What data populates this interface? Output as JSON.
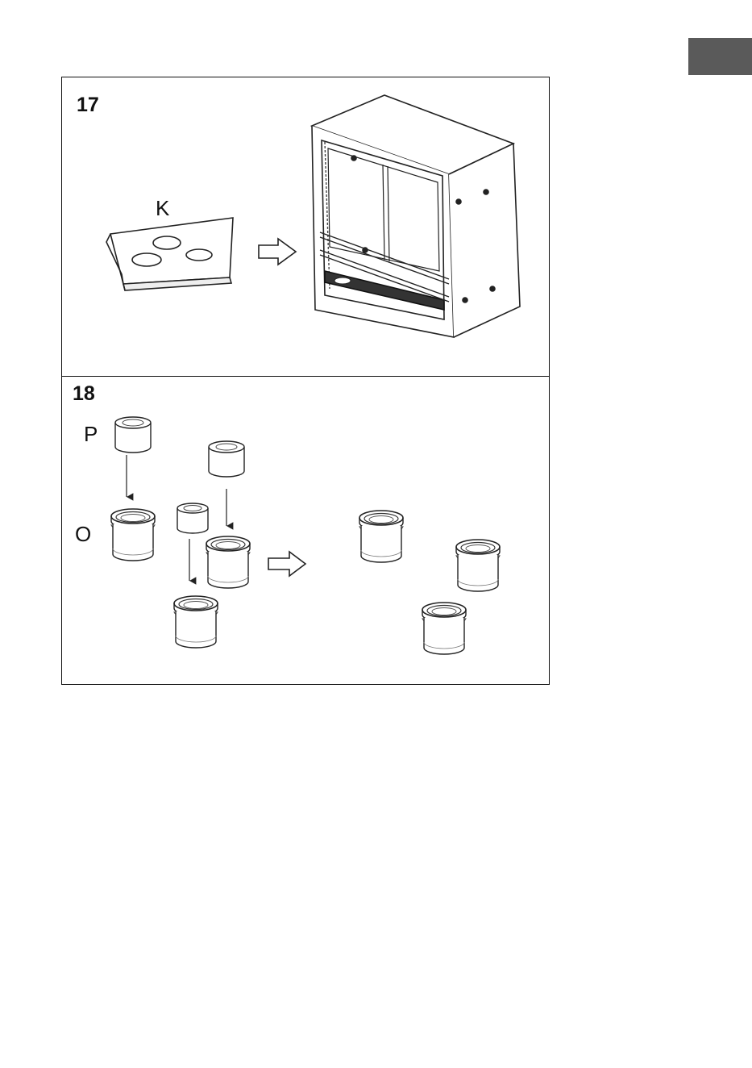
{
  "page": {
    "lang_tab_color": "#5a5a5a",
    "line_color": "#222222"
  },
  "steps": [
    {
      "number": "17",
      "labels": {
        "plate": "K"
      }
    },
    {
      "number": "18",
      "labels": {
        "insert": "P",
        "container": "O"
      }
    }
  ]
}
